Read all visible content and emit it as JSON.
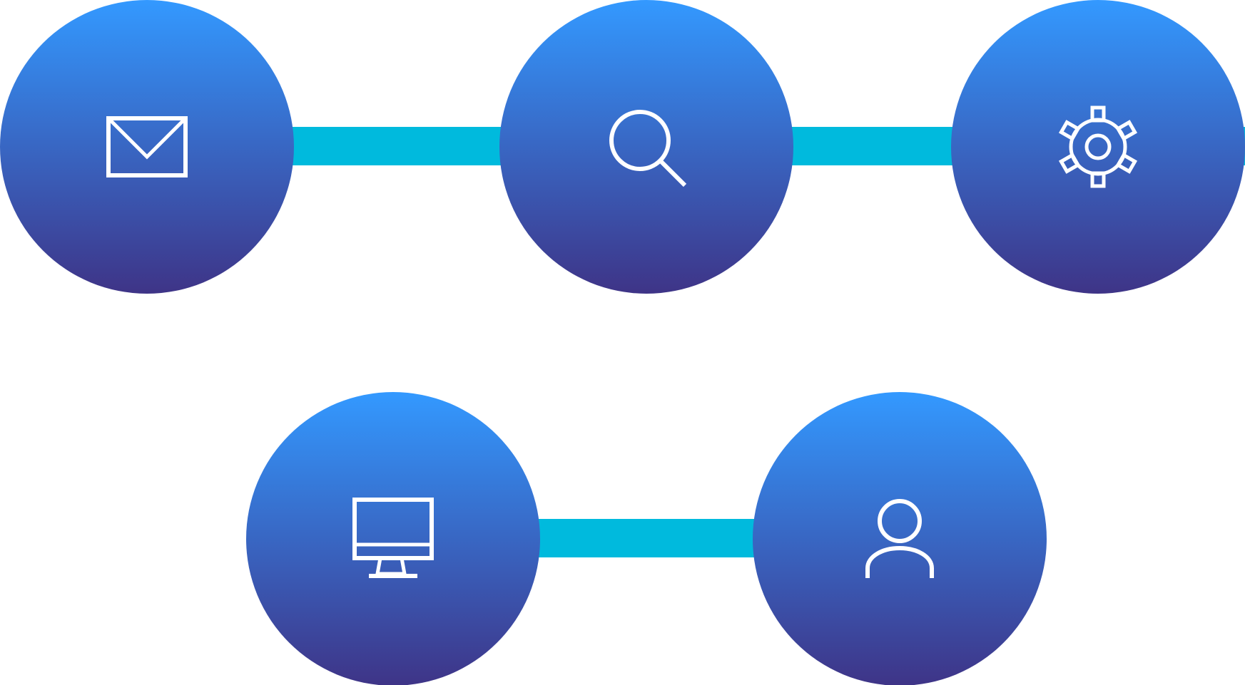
{
  "colors": {
    "connector": "#00BADD",
    "node_gradient_top": "#3399FF",
    "node_gradient_bottom": "#3E3487",
    "icon": "#FFFFFF",
    "background": "#FFFFFF"
  },
  "nodes": [
    {
      "icon": "envelope-icon"
    },
    {
      "icon": "magnifier-icon"
    },
    {
      "icon": "gear-icon"
    },
    {
      "icon": "monitor-icon"
    },
    {
      "icon": "user-icon"
    }
  ],
  "connections": [
    {
      "from": 0,
      "to": 1
    },
    {
      "from": 1,
      "to": 2
    },
    {
      "from": 3,
      "to": 4
    }
  ]
}
